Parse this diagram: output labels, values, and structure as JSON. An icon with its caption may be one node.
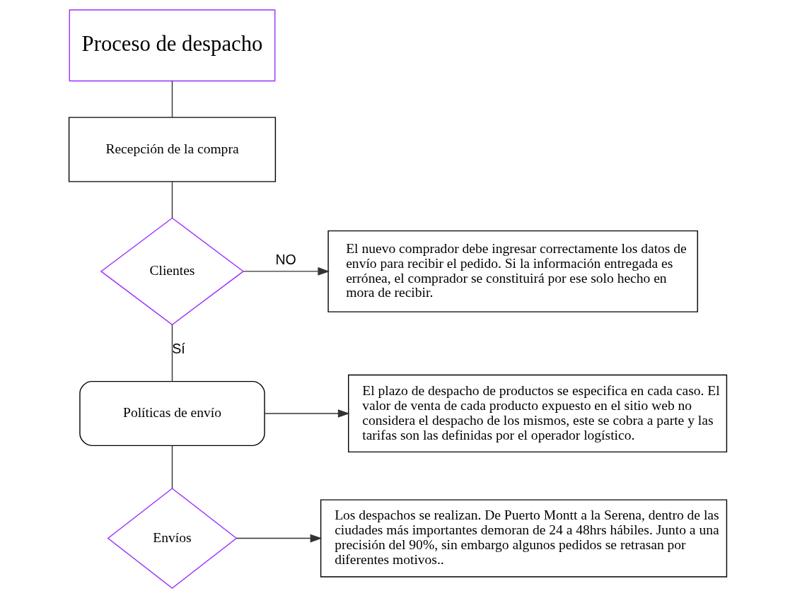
{
  "diagram": {
    "nodes": [
      {
        "text": [
          "Proceso de despacho"
        ]
      },
      {
        "text": [
          "Recepción de la compra"
        ]
      },
      {
        "text": [
          "Clientes"
        ]
      },
      {
        "text": [
          "El nuevo comprador debe ingresar correctamente los datos de envío para recibir el pedido. Si la información entregada es errónea, el comprador se constituirá por ese solo hecho en mora de recibir."
        ]
      },
      {
        "text": [
          "Políticas de envío"
        ]
      },
      {
        "text": [
          "El plazo de despacho de productos se especifica en cada caso. El valor de venta de cada producto expuesto en el sitio web no considera el despacho de los mismos, este se cobra a parte y las tarifas son las definidas por el operador logístico."
        ]
      },
      {
        "text": [
          "Envíos"
        ]
      },
      {
        "text": [
          "Los despachos se realizan. De Puerto Montt a la Serena, dentro de las ciudades más importantes demoran de 24 a 48hrs hábiles. Junto a una precisión del 90%, sin embargo algunos pedidos se retrasan por diferentes motivos.."
        ]
      }
    ],
    "edges": [
      {
        "from": 0,
        "to": 1,
        "arrow": "none"
      },
      {
        "from": 1,
        "to": 2,
        "arrow": "none"
      },
      {
        "from": 2,
        "to": 3,
        "arrow": "to",
        "label": "NO"
      },
      {
        "from": 2,
        "to": 4,
        "arrow": "none",
        "label": "Sí"
      },
      {
        "from": 4,
        "to": 5,
        "arrow": "to"
      },
      {
        "from": 4,
        "to": 6,
        "arrow": "none"
      },
      {
        "from": 6,
        "to": 7,
        "arrow": "to"
      }
    ]
  }
}
